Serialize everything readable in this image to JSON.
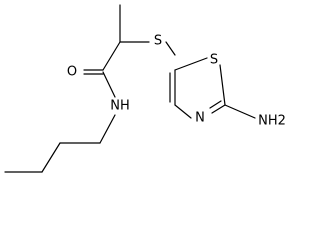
{
  "molecule": {
    "atoms": {
      "oxygen": "O",
      "sulfur_thioether": "S",
      "sulfur_ring": "S",
      "nitrogen_amide": "NH",
      "nitrogen_ring": "N",
      "amino": "NH2"
    }
  }
}
